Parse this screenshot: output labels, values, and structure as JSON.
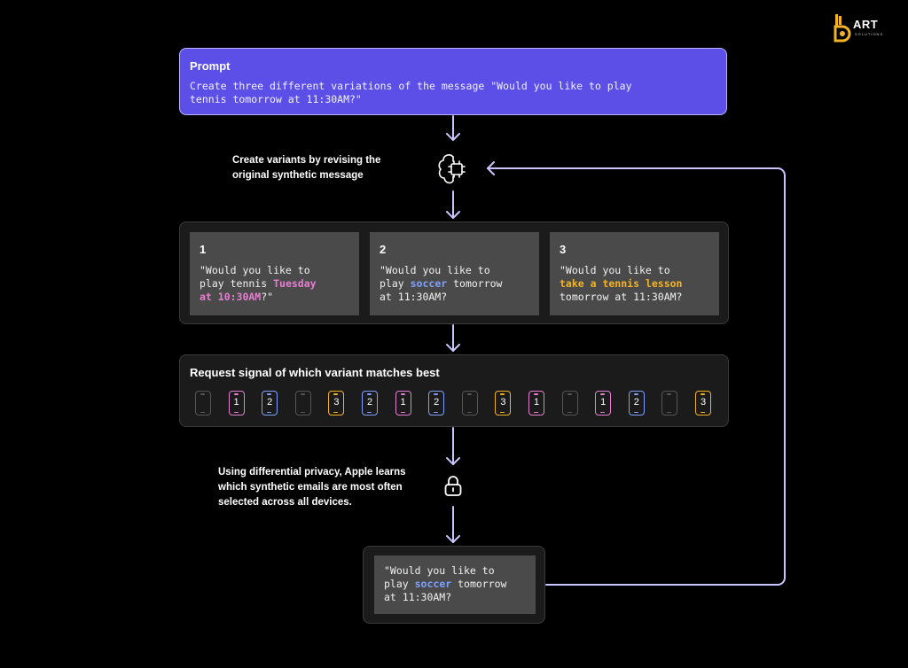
{
  "logo": {
    "name": "ART",
    "sub": "SOLUTIONS"
  },
  "prompt": {
    "title": "Prompt",
    "text_line1": "Create three different variations of the message \"Would you like to play",
    "text_line2": "tennis tomorrow at 11:30AM?\""
  },
  "step1_caption": {
    "line1": "Create variants by revising the",
    "line2": "original synthetic message"
  },
  "variants": [
    {
      "num": "1",
      "l1": "\"Would you like to",
      "l2a": "play tennis ",
      "l2b": "Tuesday",
      "l3a": "at 10:30AM",
      "l3b": "?\""
    },
    {
      "num": "2",
      "l1": "\"Would you like to",
      "l2a": "play ",
      "l2b": "soccer",
      "l2c": " tomorrow",
      "l3": "at 11:30AM?"
    },
    {
      "num": "3",
      "l1": "\"Would you like to",
      "l2": "take a tennis lesson",
      "l3": "tomorrow at 11:30AM?"
    }
  ],
  "signal": {
    "title": "Request signal of which variant matches best",
    "phones": [
      "",
      "1",
      "2",
      "",
      "3",
      "2",
      "1",
      "2",
      "",
      "3",
      "1",
      "",
      "1",
      "2",
      "",
      "3"
    ]
  },
  "step2_caption": {
    "line1": "Using differential privacy, Apple learns",
    "line2": "which synthetic emails are most often",
    "line3": "selected across all devices."
  },
  "result": {
    "l1": "\"Would you like to",
    "l2a": "play ",
    "l2b": "soccer",
    "l2c": " tomorrow",
    "l3": "at 11:30AM?"
  },
  "colors": {
    "prompt_bg": "#5b4fe8",
    "pink": "#e57fd0",
    "blue": "#7fa0ff",
    "yellow": "#f4b324",
    "arrow": "#c9c6ff",
    "logo": "#f4b324"
  },
  "icons": [
    "brain-chip-icon",
    "lock-icon",
    "phone-icon",
    "logo-icon"
  ]
}
